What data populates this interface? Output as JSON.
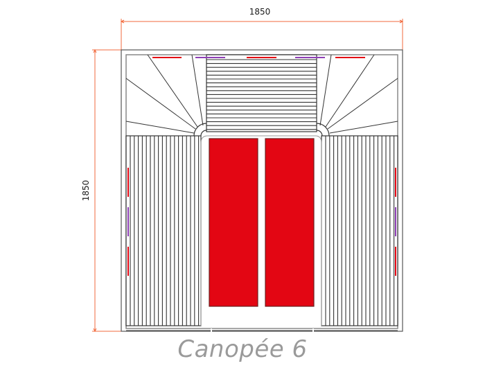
{
  "diagram": {
    "title": "Canopée 6",
    "dimensions": {
      "width_label": "1850",
      "depth_label": "1850",
      "dimension_line_color": "#f26a3d"
    },
    "colors": {
      "outline": "#333333",
      "wall": "#777777",
      "heater_panel": "#e30613",
      "heater_panel_border": "#7a1a1a",
      "red_emitter": "#e30613",
      "purple_emitter": "#8e3fb5",
      "title": "#9a9a9a"
    },
    "components": {
      "heater_panels": [
        {
          "id": "panel-left",
          "label": ""
        },
        {
          "id": "panel-right",
          "label": ""
        }
      ],
      "benches": [
        {
          "id": "bench-left",
          "orientation": "vertical-slats"
        },
        {
          "id": "bench-back",
          "orientation": "horizontal-slats"
        },
        {
          "id": "bench-right",
          "orientation": "vertical-slats"
        }
      ],
      "corner_seats": [
        {
          "id": "corner-left",
          "type": "radial"
        },
        {
          "id": "corner-right",
          "type": "radial"
        }
      ],
      "emitters": {
        "top": [
          "red",
          "purple",
          "red",
          "purple",
          "red"
        ],
        "left": [
          "red",
          "purple",
          "red"
        ],
        "right": [
          "red",
          "purple",
          "red"
        ]
      }
    }
  }
}
